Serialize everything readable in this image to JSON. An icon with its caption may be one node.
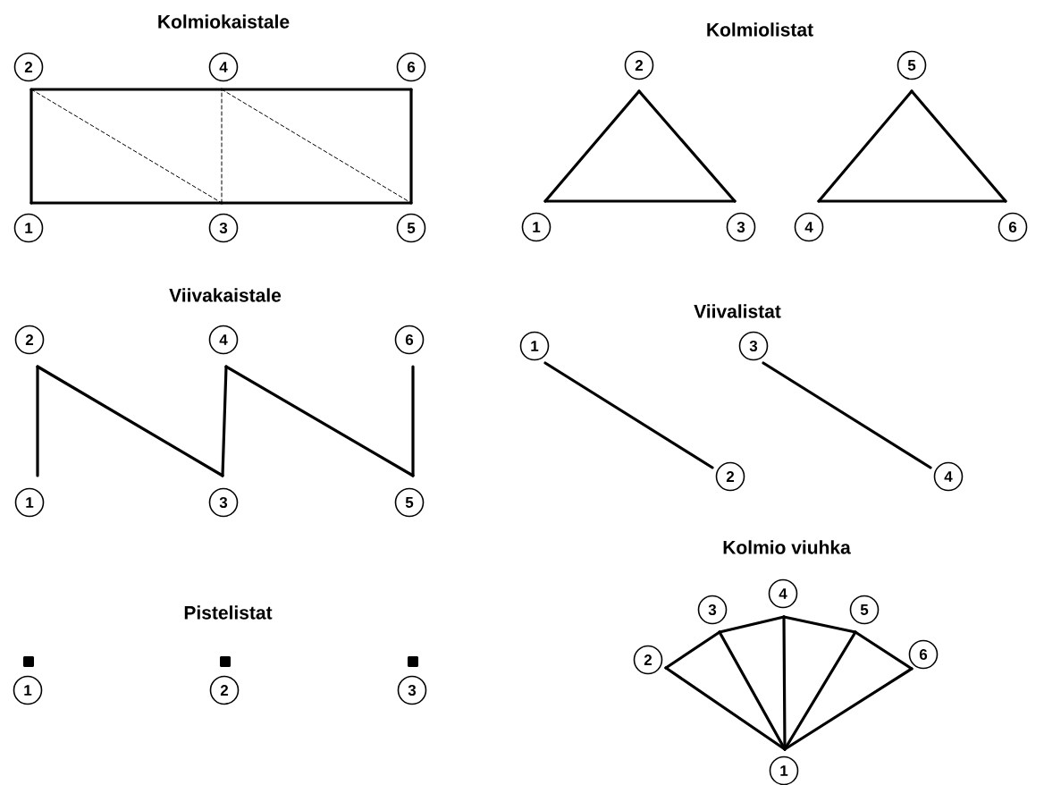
{
  "diagram": {
    "nodes": [
      {
        "text": [
          "2"
        ]
      },
      {
        "text": [
          "4"
        ]
      },
      {
        "text": [
          "6"
        ]
      },
      {
        "text": [
          "1"
        ]
      },
      {
        "text": [
          "3"
        ]
      },
      {
        "text": [
          "5"
        ]
      },
      {
        "text": [
          "2"
        ]
      },
      {
        "text": [
          "5"
        ]
      },
      {
        "text": [
          "1"
        ]
      },
      {
        "text": [
          "3"
        ]
      },
      {
        "text": [
          "4"
        ]
      },
      {
        "text": [
          "6"
        ]
      },
      {
        "text": [
          "2"
        ]
      },
      {
        "text": [
          "4"
        ]
      },
      {
        "text": [
          "6"
        ]
      },
      {
        "text": [
          "1"
        ]
      },
      {
        "text": [
          "3"
        ]
      },
      {
        "text": [
          "5"
        ]
      },
      {
        "text": [
          "1"
        ]
      },
      {
        "text": [
          "3"
        ]
      },
      {
        "text": [
          "2"
        ]
      },
      {
        "text": [
          "4"
        ]
      },
      {
        "text": [
          "1"
        ]
      },
      {
        "text": [
          "2"
        ]
      },
      {
        "text": [
          "3"
        ]
      },
      {
        "text": [
          "4"
        ]
      },
      {
        "text": [
          "3"
        ]
      },
      {
        "text": [
          "5"
        ]
      },
      {
        "text": [
          "2"
        ]
      },
      {
        "text": [
          "6"
        ]
      },
      {
        "text": [
          "1"
        ]
      }
    ],
    "edges": [
      {
        "from": 3,
        "to": 0,
        "arrow": "none"
      },
      {
        "from": 0,
        "to": 1,
        "arrow": "none"
      },
      {
        "from": 1,
        "to": 2,
        "arrow": "none"
      },
      {
        "from": 2,
        "to": 5,
        "arrow": "none"
      },
      {
        "from": 5,
        "to": 4,
        "arrow": "none"
      },
      {
        "from": 4,
        "to": 3,
        "arrow": "none"
      },
      {
        "from": 0,
        "to": 4,
        "arrow": "none",
        "style": "dashed"
      },
      {
        "from": 4,
        "to": 1,
        "arrow": "none",
        "style": "dashed"
      },
      {
        "from": 1,
        "to": 5,
        "arrow": "none",
        "style": "dashed"
      },
      {
        "from": 8,
        "to": 6,
        "arrow": "none"
      },
      {
        "from": 6,
        "to": 9,
        "arrow": "none"
      },
      {
        "from": 9,
        "to": 8,
        "arrow": "none"
      },
      {
        "from": 10,
        "to": 7,
        "arrow": "none"
      },
      {
        "from": 7,
        "to": 11,
        "arrow": "none"
      },
      {
        "from": 11,
        "to": 10,
        "arrow": "none"
      },
      {
        "from": 15,
        "to": 12,
        "arrow": "none"
      },
      {
        "from": 12,
        "to": 16,
        "arrow": "none"
      },
      {
        "from": 16,
        "to": 13,
        "arrow": "none"
      },
      {
        "from": 13,
        "to": 17,
        "arrow": "none"
      },
      {
        "from": 17,
        "to": 14,
        "arrow": "none"
      },
      {
        "from": 18,
        "to": 20,
        "arrow": "none"
      },
      {
        "from": 19,
        "to": 21,
        "arrow": "none"
      },
      {
        "from": 30,
        "to": 28,
        "arrow": "none"
      },
      {
        "from": 30,
        "to": 26,
        "arrow": "none"
      },
      {
        "from": 30,
        "to": 25,
        "arrow": "none"
      },
      {
        "from": 30,
        "to": 27,
        "arrow": "none"
      },
      {
        "from": 30,
        "to": 29,
        "arrow": "none"
      },
      {
        "from": 28,
        "to": 26,
        "arrow": "none"
      },
      {
        "from": 26,
        "to": 25,
        "arrow": "none"
      },
      {
        "from": 25,
        "to": 27,
        "arrow": "none"
      },
      {
        "from": 27,
        "to": 29,
        "arrow": "none"
      }
    ],
    "labels": [
      "Kolmiokaistale",
      "Kolmiolistat",
      "Viivakaistale",
      "Viivalistat",
      "Pistelistat",
      "Kolmio viuhka"
    ]
  }
}
